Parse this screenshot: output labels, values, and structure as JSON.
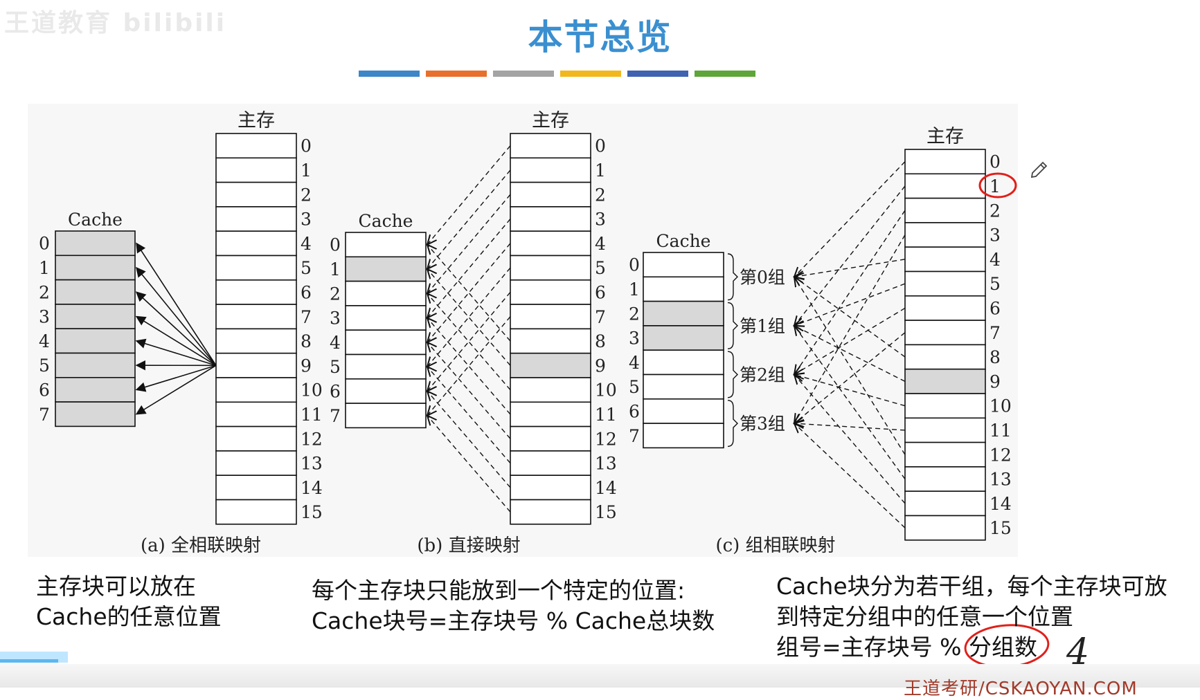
{
  "title": "本节总览",
  "watermark": "王道教育 bilibili",
  "title_colors": [
    "#3d86c8",
    "#e86f2c",
    "#a4a4a4",
    "#f2b71d",
    "#3f62b1",
    "#5ea53a"
  ],
  "memory_label": "主存",
  "cache_label": "Cache",
  "memory_indices": [
    "0",
    "1",
    "2",
    "3",
    "4",
    "5",
    "6",
    "7",
    "8",
    "9",
    "10",
    "11",
    "12",
    "13",
    "14",
    "15"
  ],
  "cache_indices": [
    "0",
    "1",
    "2",
    "3",
    "4",
    "5",
    "6",
    "7"
  ],
  "highlight_color": "#d8d8d8",
  "annotation_color": "#e0201a",
  "panels": {
    "a": {
      "caption": "(a) 全相联映射",
      "highlight_memory": [],
      "highlight_cache": [
        0,
        1,
        2,
        3,
        4,
        5,
        6,
        7
      ]
    },
    "b": {
      "caption": "(b) 直接映射",
      "highlight_memory": [
        9
      ],
      "highlight_cache": [
        1
      ]
    },
    "c": {
      "caption": "(c) 组相联映射",
      "highlight_memory": [
        9
      ],
      "highlight_cache": [
        2,
        3
      ],
      "groups": [
        "第0组",
        "第1组",
        "第2组",
        "第3组"
      ]
    }
  },
  "notes": {
    "a": [
      "主存块可以放在",
      "Cache的任意位置"
    ],
    "b": [
      "每个主存块只能放到一个特定的位置:",
      "Cache块号=主存块号 % Cache总块数"
    ],
    "c": [
      "Cache块分为若干组，每个主存块可放",
      "到特定分组中的任意一个位置",
      "组号=主存块号 % 分组数"
    ]
  },
  "handwritten_number": "4",
  "footer": "王道考研/CSKAOYAN.COM"
}
